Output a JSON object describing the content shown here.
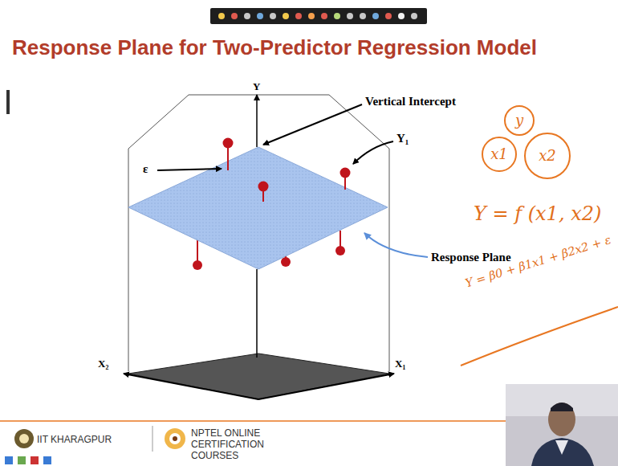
{
  "diagram": {
    "title": "Response Plane for Two-Predictor Regression Model",
    "nodes": [
      {
        "text": [
          "y"
        ]
      },
      {
        "text": [
          "x1"
        ]
      },
      {
        "text": [
          "x2"
        ]
      }
    ],
    "labels": [
      "Y",
      "Vertical Intercept",
      "Y₁",
      "ε",
      "Response Plane",
      "X₂",
      "X₁",
      "Y = f (x1, x2)",
      "Y = β0 + β1x1 + β2x2 + ε",
      "IIT KHARAGPUR",
      "NPTEL ONLINE CERTIFICATION COURSES"
    ]
  }
}
